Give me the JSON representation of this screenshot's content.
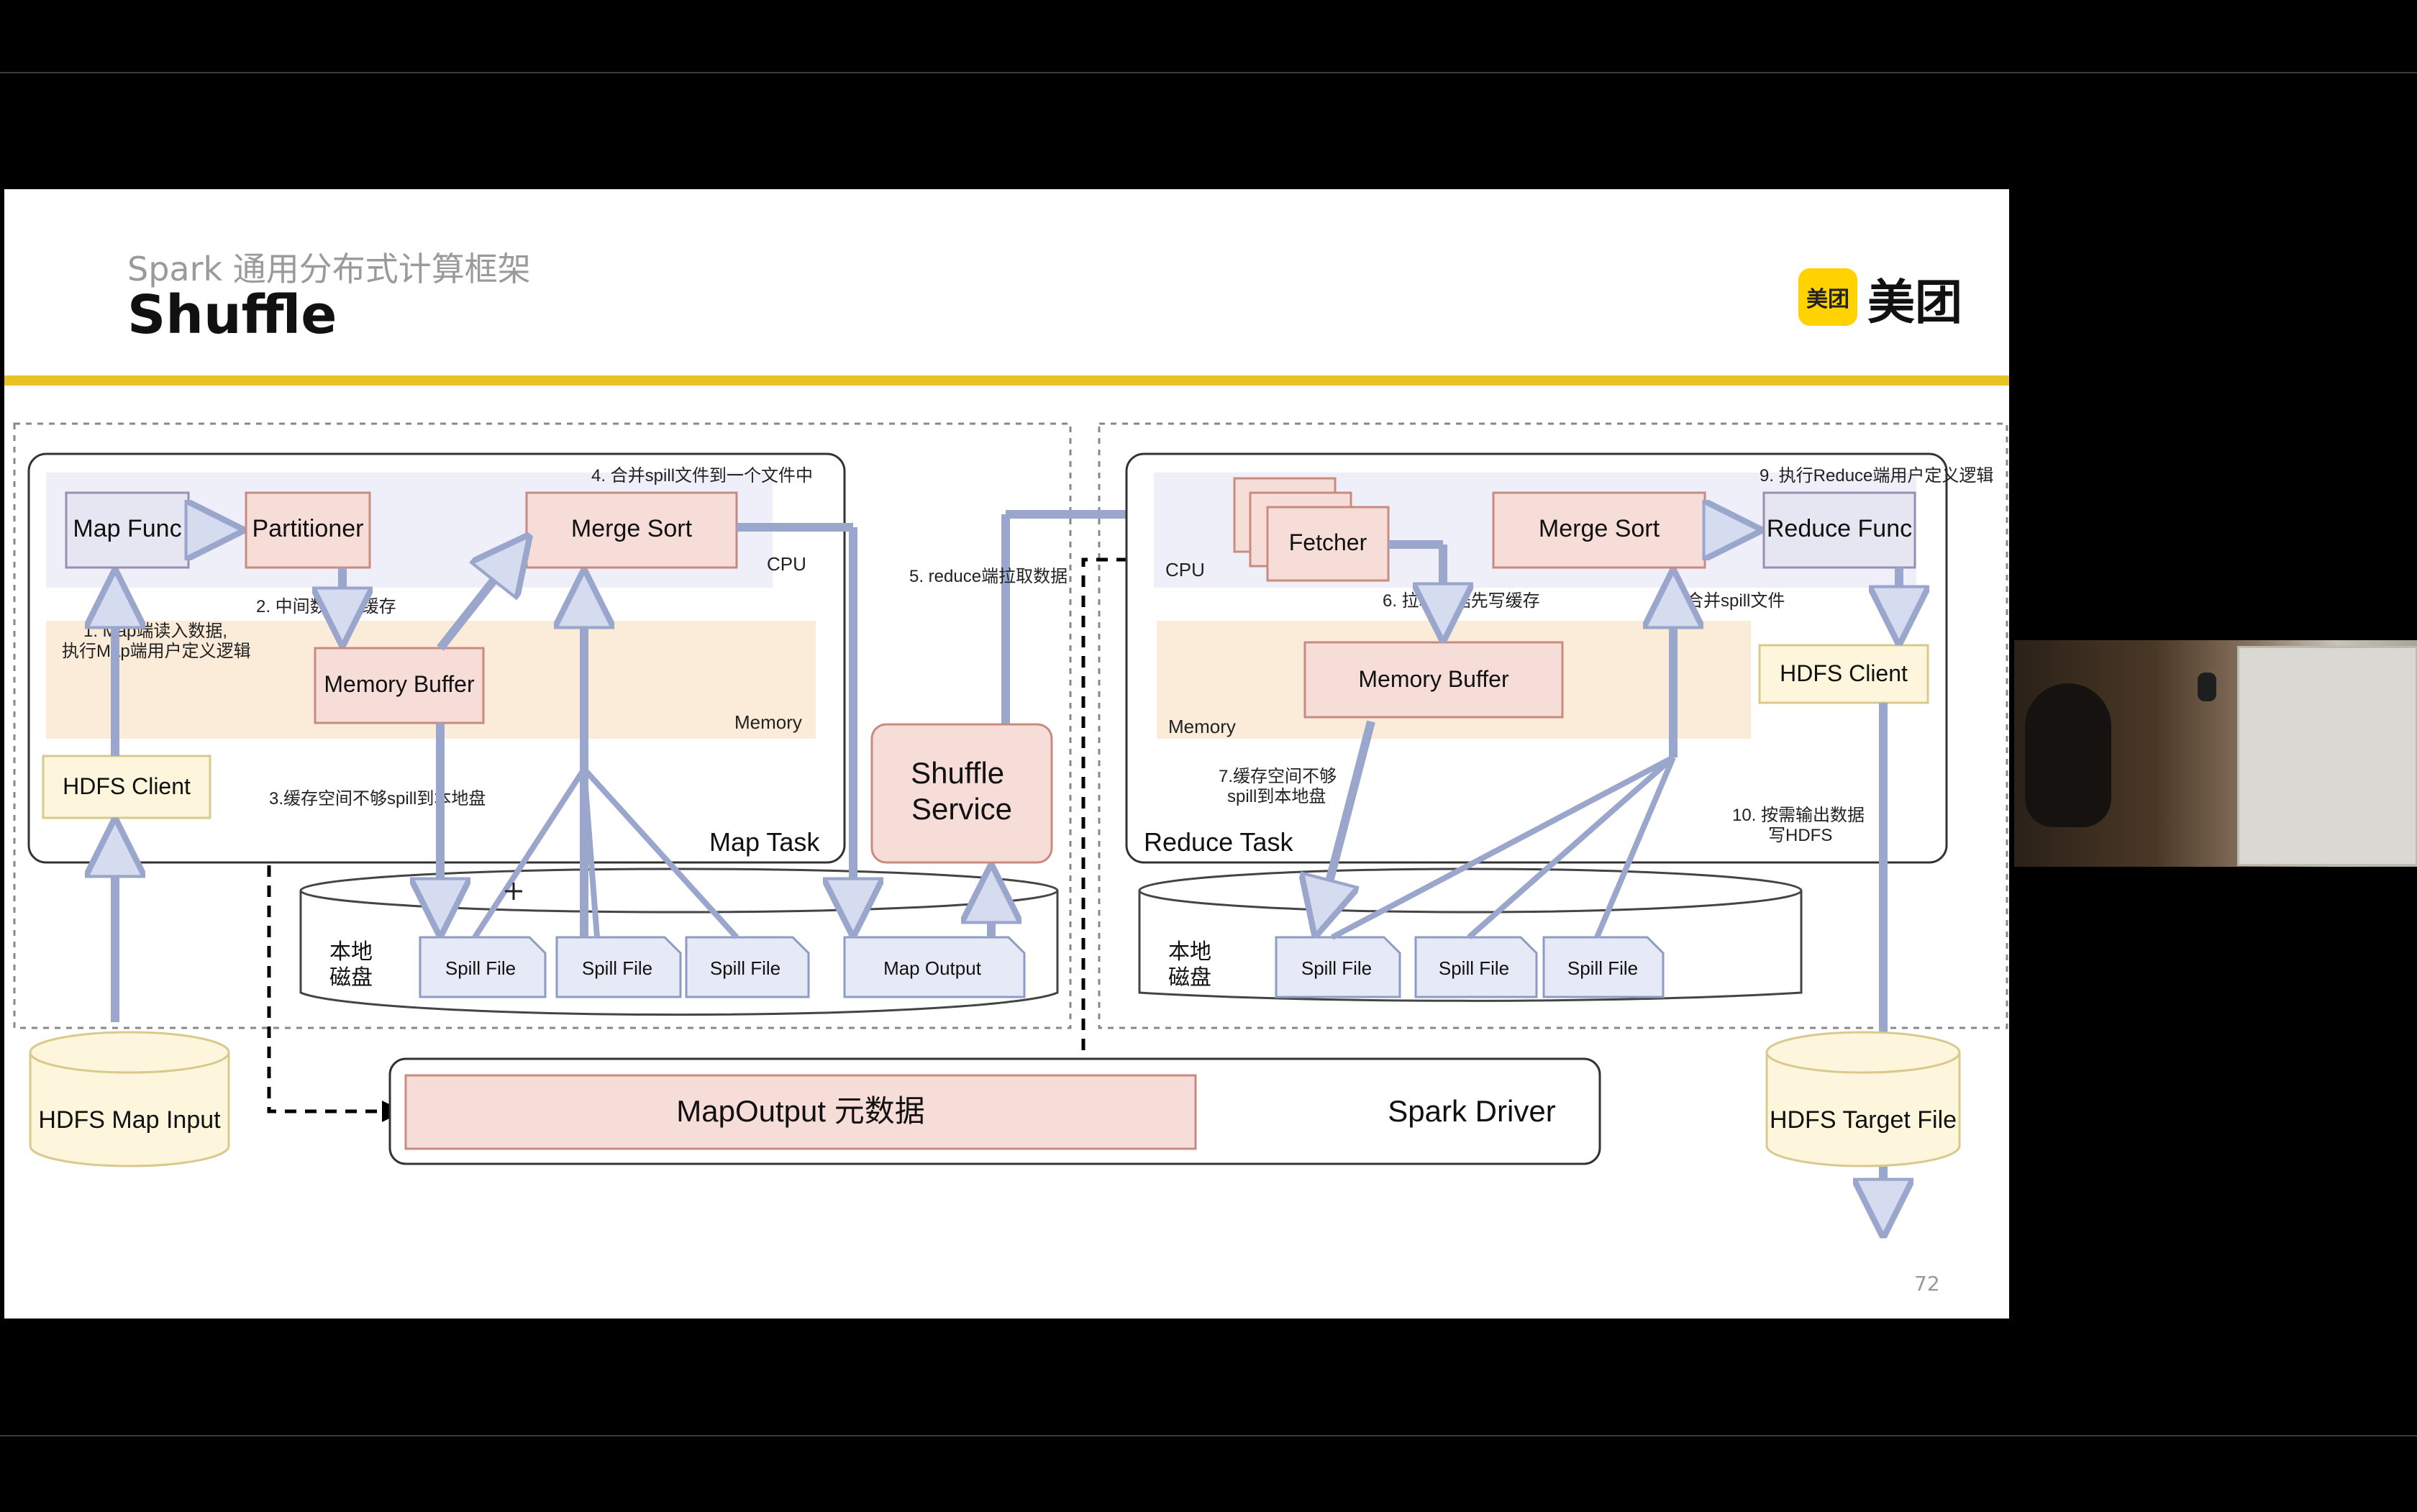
{
  "slide": {
    "subtitle": "Spark 通用分布式计算框架",
    "title": "Shuffle",
    "logo_badge": "美团",
    "logo_text": "美团",
    "page_number": "72",
    "accent_color": "#e8c227"
  },
  "diagram": {
    "map_side": {
      "map_func": "Map Func",
      "partitioner": "Partitioner",
      "merge_sort": "Merge Sort",
      "memory_buffer": "Memory Buffer",
      "hdfs_client": "HDFS Client",
      "cpu_label": "CPU",
      "memory_label": "Memory",
      "task_label": "Map Task",
      "disk_label": "本地\n磁盘",
      "spill_file": "Spill File",
      "map_output": "Map Output",
      "step1": "1. Map端读入数据,\n执行Map端用户定义逻辑",
      "step2": "2. 中间数据写缓存",
      "step3": "3.缓存空间不够spill到本地盘",
      "step4": "4. 合并spill文件到一个文件中"
    },
    "shuffle_service": "Shuffle\nService",
    "step5": "5. reduce端拉取数据",
    "reduce_side": {
      "fetcher": "Fetcher",
      "merge_sort": "Merge Sort",
      "reduce_func": "Reduce Func",
      "memory_buffer": "Memory Buffer",
      "hdfs_client": "HDFS Client",
      "cpu_label": "CPU",
      "memory_label": "Memory",
      "task_label": "Reduce Task",
      "disk_label": "本地\n磁盘",
      "spill_file": "Spill File",
      "step6": "6. 拉取数据先写缓存",
      "step7": "7.缓存空间不够\nspill到本地盘",
      "step8": "8.合并spill文件",
      "step9": "9. 执行Reduce端用户定义逻辑",
      "step10": "10. 按需输出数据\n写HDFS"
    },
    "hdfs_map_input": "HDFS Map Input",
    "hdfs_target_file": "HDFS Target File",
    "map_output_meta": "MapOutput 元数据",
    "spark_driver": "Spark Driver"
  },
  "webcam": {
    "label": "Presenter camera"
  }
}
